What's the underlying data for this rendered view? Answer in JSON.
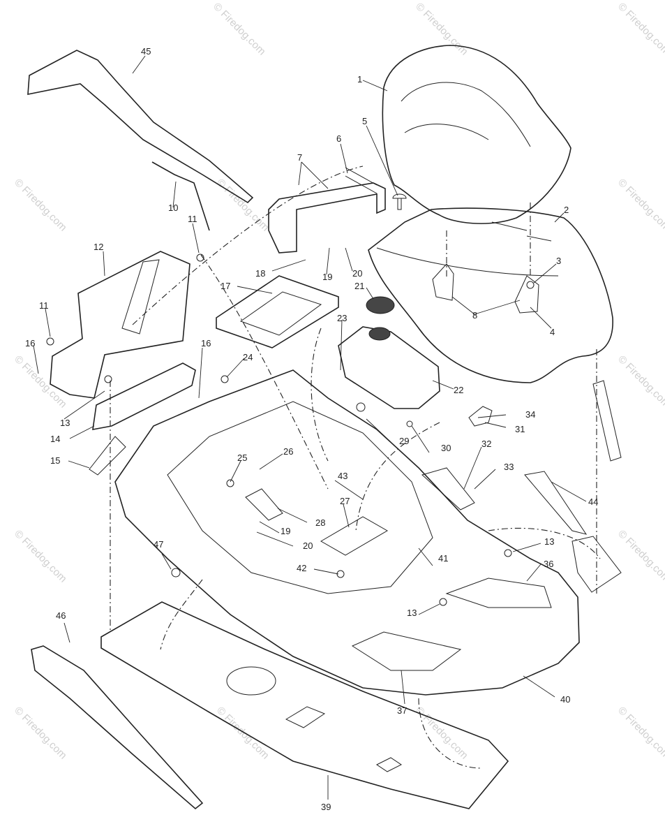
{
  "watermark": {
    "text": "© Firedog.com",
    "color": "#cfcfcf"
  },
  "parts": [
    {
      "id": "p1",
      "label": "1"
    },
    {
      "id": "p2",
      "label": "2"
    },
    {
      "id": "p3",
      "label": "3"
    },
    {
      "id": "p4",
      "label": "4"
    },
    {
      "id": "p5",
      "label": "5"
    },
    {
      "id": "p6",
      "label": "6"
    },
    {
      "id": "p7",
      "label": "7"
    },
    {
      "id": "p8",
      "label": "8"
    },
    {
      "id": "p10",
      "label": "10"
    },
    {
      "id": "p11a",
      "label": "11"
    },
    {
      "id": "p11b",
      "label": "11"
    },
    {
      "id": "p12",
      "label": "12"
    },
    {
      "id": "p13a",
      "label": "13"
    },
    {
      "id": "p13b",
      "label": "13"
    },
    {
      "id": "p13c",
      "label": "13"
    },
    {
      "id": "p14",
      "label": "14"
    },
    {
      "id": "p15",
      "label": "15"
    },
    {
      "id": "p16a",
      "label": "16"
    },
    {
      "id": "p16b",
      "label": "16"
    },
    {
      "id": "p17",
      "label": "17"
    },
    {
      "id": "p18",
      "label": "18"
    },
    {
      "id": "p19a",
      "label": "19"
    },
    {
      "id": "p19b",
      "label": "19"
    },
    {
      "id": "p20a",
      "label": "20"
    },
    {
      "id": "p20b",
      "label": "20"
    },
    {
      "id": "p21",
      "label": "21"
    },
    {
      "id": "p22",
      "label": "22"
    },
    {
      "id": "p23",
      "label": "23"
    },
    {
      "id": "p24",
      "label": "24"
    },
    {
      "id": "p25",
      "label": "25"
    },
    {
      "id": "p26",
      "label": "26"
    },
    {
      "id": "p27",
      "label": "27"
    },
    {
      "id": "p28",
      "label": "28"
    },
    {
      "id": "p29",
      "label": "29"
    },
    {
      "id": "p30",
      "label": "30"
    },
    {
      "id": "p31",
      "label": "31"
    },
    {
      "id": "p32",
      "label": "32"
    },
    {
      "id": "p33",
      "label": "33"
    },
    {
      "id": "p34",
      "label": "34"
    },
    {
      "id": "p36",
      "label": "36"
    },
    {
      "id": "p37",
      "label": "37"
    },
    {
      "id": "p39",
      "label": "39"
    },
    {
      "id": "p40",
      "label": "40"
    },
    {
      "id": "p41",
      "label": "41"
    },
    {
      "id": "p42",
      "label": "42"
    },
    {
      "id": "p43",
      "label": "43"
    },
    {
      "id": "p44",
      "label": "44"
    },
    {
      "id": "p45",
      "label": "45"
    },
    {
      "id": "p46",
      "label": "46"
    },
    {
      "id": "p47",
      "label": "47"
    }
  ]
}
